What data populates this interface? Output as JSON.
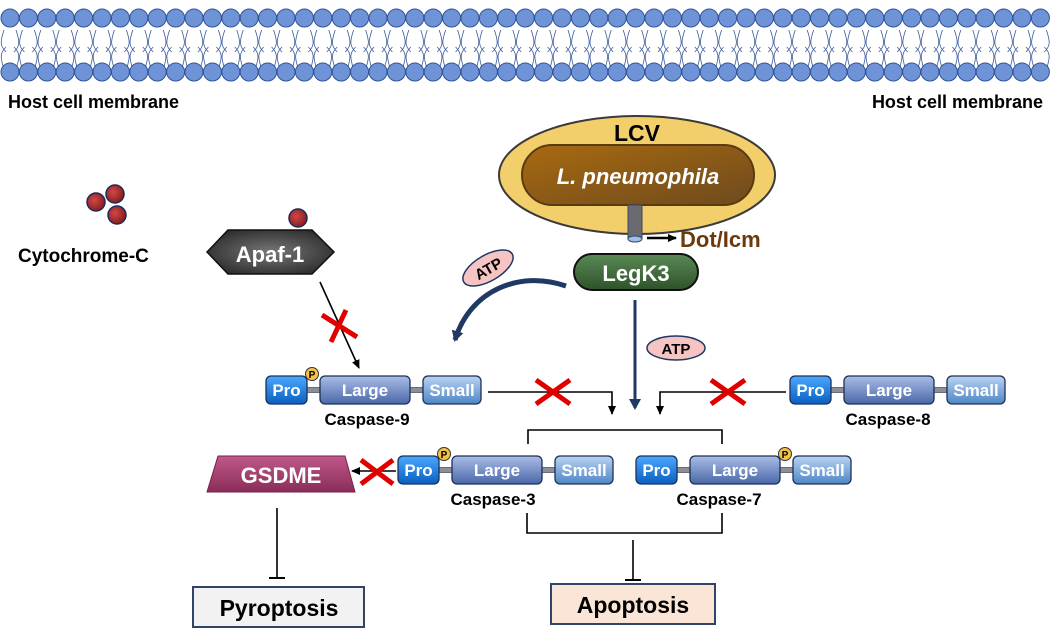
{
  "membrane": {
    "label_left": "Host cell membrane",
    "label_right": "Host cell membrane",
    "head_color": "#6e93d6",
    "head_stroke": "#2f5597"
  },
  "lcv": {
    "label": "LCV",
    "bacterium": "L. pneumophila",
    "secretion_system": "Dot/Icm",
    "vacuole_color": "#f2cf6b",
    "bacterium_color": "#8a5a10"
  },
  "legk3": {
    "label": "LegK3",
    "color": "#3f6b3a"
  },
  "atp": {
    "label": "ATP",
    "color": "#f7c4c4"
  },
  "cytochrome": {
    "label": "Cytochrome-C",
    "color": "#a93030"
  },
  "apaf": {
    "label": "Apaf-1",
    "color": "#444444"
  },
  "caspases": [
    {
      "name": "Caspase-9",
      "domains": [
        "Pro",
        "Large",
        "Small"
      ],
      "phospho_site": "P"
    },
    {
      "name": "Caspase-8",
      "domains": [
        "Pro",
        "Large",
        "Small"
      ]
    },
    {
      "name": "Caspase-3",
      "domains": [
        "Pro",
        "Large",
        "Small"
      ],
      "phospho_site": "P"
    },
    {
      "name": "Caspase-7",
      "domains": [
        "Pro",
        "Large",
        "Small"
      ],
      "phospho_site": "P"
    }
  ],
  "gsdme": {
    "label": "GSDME",
    "color": "#a33a6a"
  },
  "outcomes": {
    "pyroptosis": {
      "label": "Pyroptosis",
      "color": "#f2f2f2"
    },
    "apoptosis": {
      "label": "Apoptosis",
      "color": "#fbe5d6"
    }
  },
  "colors": {
    "arrow_blue": "#1f3864",
    "block_red": "#e00000",
    "pro_blue": "#1177dd",
    "large_blue": "#5b79b8",
    "small_blue": "#6c9bd2",
    "phospho_yellow": "#f5c242",
    "dot_icm_brown": "#6b3a0c"
  }
}
